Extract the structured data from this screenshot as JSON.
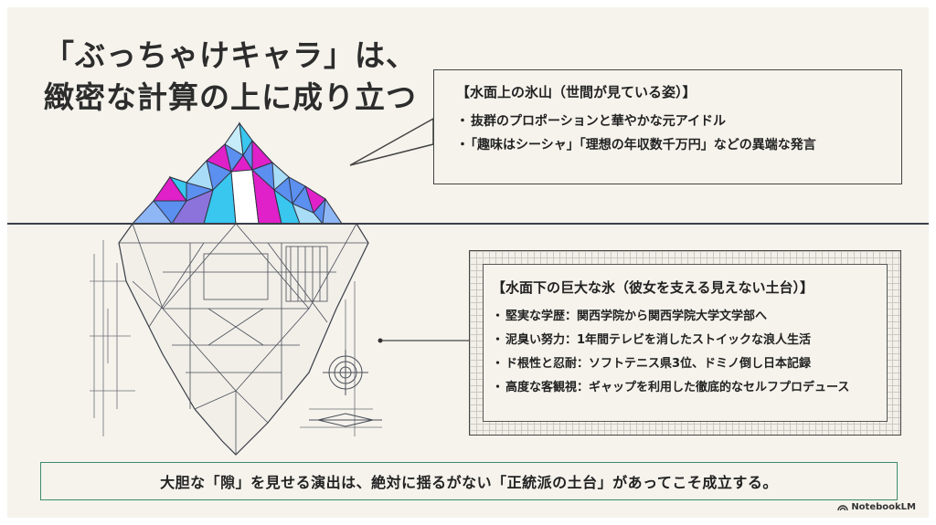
{
  "title": {
    "line1": "「ぶっちゃけキャラ」は、",
    "line2": "緻密な計算の上に成り立つ"
  },
  "above": {
    "heading": "【水面上の氷山（世間が見ている姿）】",
    "items": [
      "抜群のプロポーションと華やかな元アイドル",
      "「趣味はシーシャ」「理想の年収数千万円」などの異端な発言"
    ]
  },
  "below": {
    "heading": "【水面下の巨大な氷（彼女を支える見えない土台）】",
    "items": [
      "堅実な学歴：関西学院から関西学院大学文学部へ",
      "泥臭い努力：1年間テレビを消したストイックな浪人生活",
      "ド根性と忍耐：ソフトテニス県3位、ドミノ倒し日本記録",
      "高度な客観視：ギャップを利用した徹底的なセルフプロデュース"
    ]
  },
  "banner": "大胆な「隙」を見せる演出は、絶対に揺るがない「正統派の土台」があってこそ成立する。",
  "brand": "NotebookLM",
  "colors": {
    "background": "#f5f3ec",
    "accent_magenta": "#e020c8",
    "accent_cyan": "#39c6ef",
    "accent_blue": "#5b8ff0",
    "banner_border": "#3d8a6e"
  }
}
